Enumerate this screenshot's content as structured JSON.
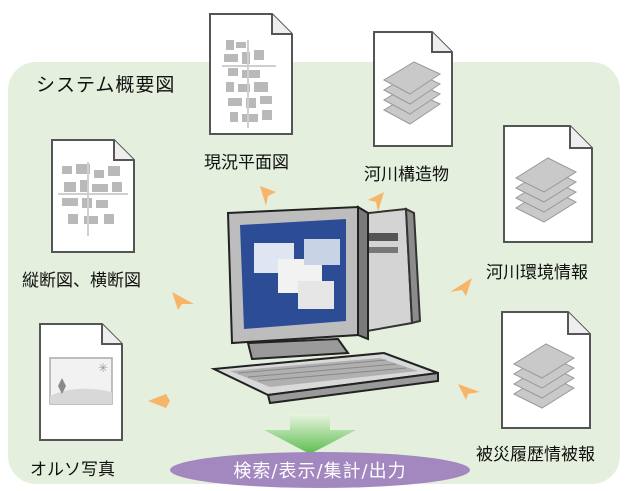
{
  "title": "システム概要図",
  "labels": {
    "plan": "現況平面図",
    "river_structure": "河川構造物",
    "section": "縦断図、横断図",
    "river_env": "河川環境情報",
    "ortho": "オルソ写真",
    "disaster": "被災履歴情被報"
  },
  "center_pill": "検索/表示/集計/出力",
  "colors": {
    "panel": "#e4f0dd",
    "arrow": "#f7b56a",
    "pill": "#a388c0",
    "green": "#5cbd4e"
  }
}
